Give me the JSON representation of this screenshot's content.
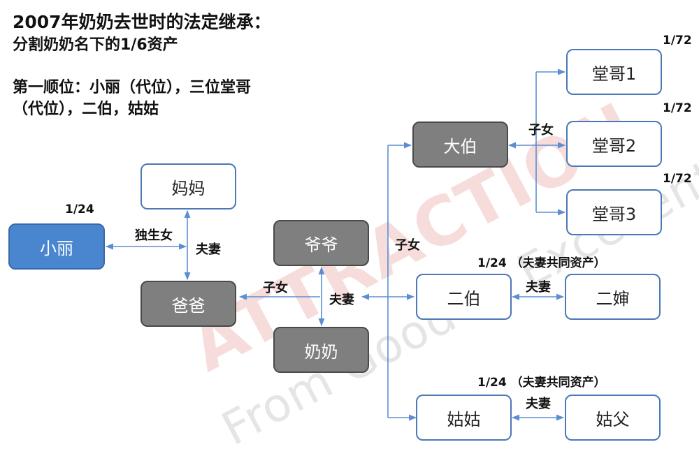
{
  "title": {
    "line1": "2007年奶奶去世时的法定继承：",
    "line2": "分割奶奶名下的1/6资产",
    "line3": "第一顺位：小丽（代位），三位堂哥",
    "line4": "（代位），二伯，姑姑"
  },
  "watermark": {
    "brand": "ATTRACTION",
    "slogan": "From Good to Excellent"
  },
  "nodes": {
    "mama": "妈妈",
    "xiaoli": "小丽",
    "baba": "爸爸",
    "yeye": "爷爷",
    "nainai": "奶奶",
    "dabo": "大伯",
    "tangge1": "堂哥1",
    "tangge2": "堂哥2",
    "tangge3": "堂哥3",
    "erbo": "二伯",
    "ershen": "二婶",
    "gugu": "姑姑",
    "gufu": "姑父"
  },
  "labels": {
    "only_daughter": "独生女",
    "couple_parents": "夫妻",
    "children_baba": "子女",
    "couple_grandparents": "夫妻",
    "children_main": "子女",
    "children_dabo": "子女",
    "couple_erbo": "夫妻",
    "couple_gugu": "夫妻"
  },
  "shares": {
    "xiaoli": "1/24",
    "tangge1": "1/72",
    "tangge2": "1/72",
    "tangge3": "1/72",
    "erbo": "1/24 （夫妻共同资产）",
    "gugu": "1/24 （夫妻共同资产）"
  },
  "colors": {
    "edge": "#5b8fd1",
    "node_border": "#4a78b8",
    "gray_fill": "#7f7f7f",
    "blue_fill": "#4a86d0"
  }
}
